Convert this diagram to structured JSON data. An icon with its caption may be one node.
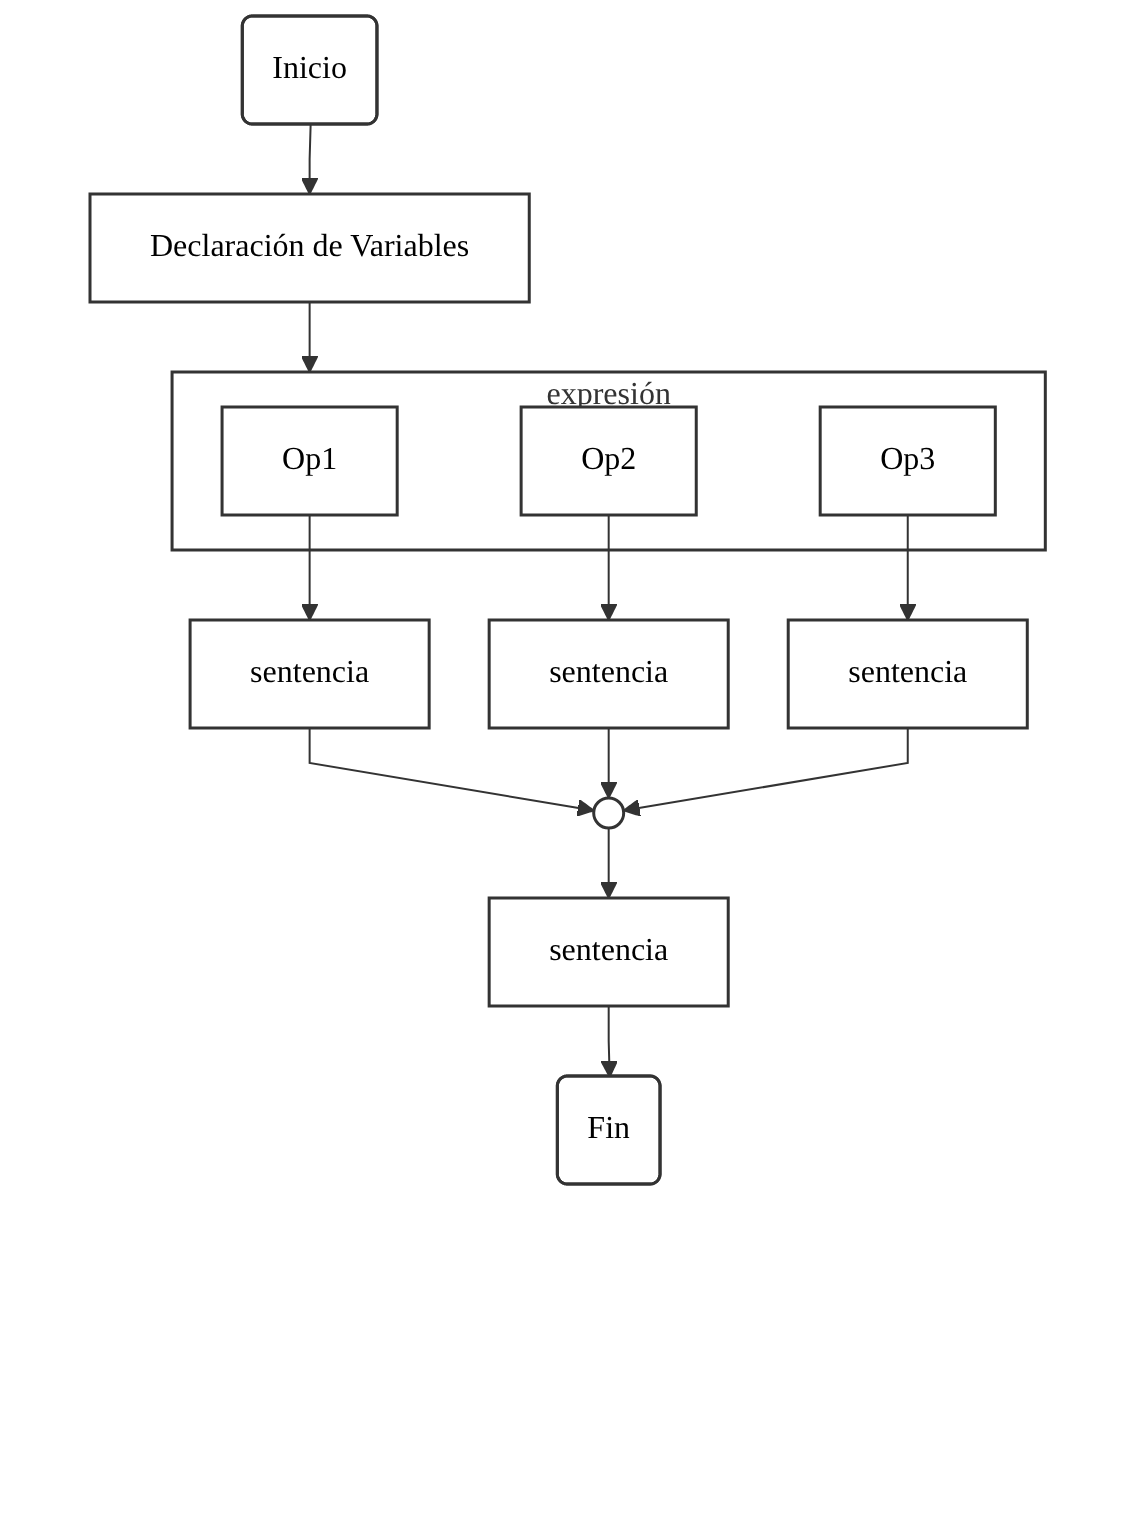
{
  "diagram": {
    "nodes": [
      {
        "text": [
          "Inicio"
        ]
      },
      {
        "text": [
          "Declaración de Variables"
        ]
      },
      {
        "text": [
          "expresión"
        ]
      },
      {
        "text": [
          "Op1"
        ],
        "in": 2
      },
      {
        "text": [
          "Op2"
        ],
        "in": 2
      },
      {
        "text": [
          "Op3"
        ],
        "in": 2
      },
      {
        "text": [
          "sentencia"
        ]
      },
      {
        "text": [
          "sentencia"
        ]
      },
      {
        "text": [
          "sentencia"
        ]
      },
      {
        "text": [],
        "shape": "circle"
      },
      {
        "text": [
          "sentencia"
        ]
      },
      {
        "text": [
          "Fin"
        ]
      }
    ],
    "edges": [
      {
        "from": 0,
        "to": 1,
        "arrow": "to"
      },
      {
        "from": 1,
        "to": 2,
        "arrow": "to"
      },
      {
        "from": 3,
        "to": 6,
        "arrow": "to"
      },
      {
        "from": 4,
        "to": 7,
        "arrow": "to"
      },
      {
        "from": 5,
        "to": 8,
        "arrow": "to"
      },
      {
        "from": 6,
        "to": 9,
        "arrow": "to"
      },
      {
        "from": 7,
        "to": 9,
        "arrow": "to"
      },
      {
        "from": 8,
        "to": 9,
        "arrow": "to"
      },
      {
        "from": 9,
        "to": 10,
        "arrow": "to"
      },
      {
        "from": 10,
        "to": 11,
        "arrow": "to"
      }
    ]
  }
}
